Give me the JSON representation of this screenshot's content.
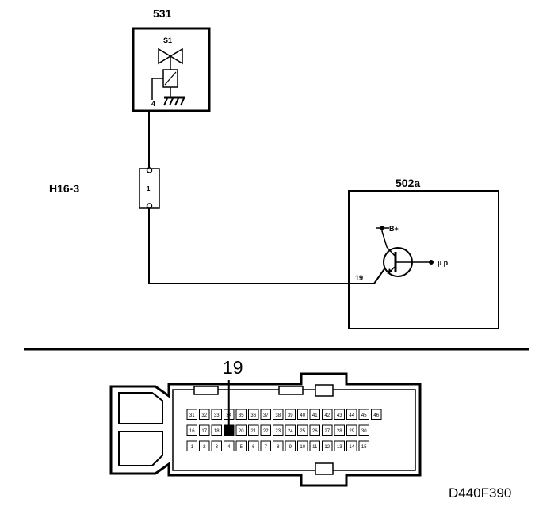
{
  "components": {
    "solenoid_unit": {
      "id": "531",
      "symbol_label": "S1",
      "pin": "4"
    },
    "connector": {
      "id": "H16-3",
      "pin": "1"
    },
    "control_module": {
      "id": "502a",
      "pin": "19",
      "supply_label": "B+",
      "signal_label": "µ p"
    }
  },
  "connector_view": {
    "highlight_pin_label": "19",
    "highlight_pin": 19,
    "rows": [
      [
        "31",
        "32",
        "33",
        "34",
        "35",
        "36",
        "37",
        "38",
        "39",
        "40",
        "41",
        "42",
        "43",
        "44",
        "45",
        "46"
      ],
      [
        "16",
        "17",
        "18",
        "19",
        "20",
        "21",
        "22",
        "23",
        "24",
        "25",
        "26",
        "27",
        "28",
        "29",
        "30"
      ],
      [
        "1",
        "2",
        "3",
        "4",
        "5",
        "6",
        "7",
        "8",
        "9",
        "10",
        "11",
        "12",
        "13",
        "14",
        "15"
      ]
    ]
  },
  "figure_code": "D440F390"
}
